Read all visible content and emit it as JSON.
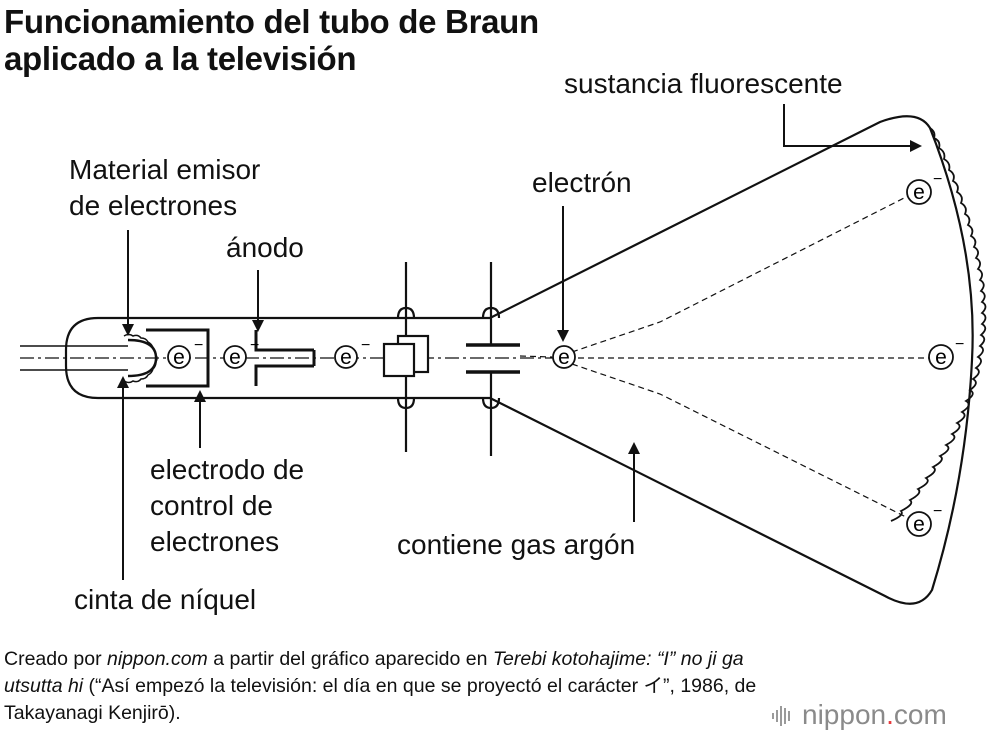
{
  "title": {
    "line1": "Funcionamiento del tubo de Braun",
    "line2": "aplicado a la televisión"
  },
  "labels": {
    "fluorescent": "sustancia fluorescente",
    "emitter_line1": "Material emisor",
    "emitter_line2": "de electrones",
    "anode": "ánodo",
    "electron": "electrón",
    "control_line1": "electrodo de",
    "control_line2": "control de",
    "control_line3": "electrones",
    "argon": "contiene gas argón",
    "nickel": "cinta de níquel",
    "electron_symbol": "e",
    "electron_sign": "−"
  },
  "credit": {
    "p1": "Creado por ",
    "site": "nippon.com",
    "p2": " a partir del gráfico aparecido en ",
    "book": "Terebi kotohajime: “I” no ji ga utsutta hi",
    "p3": " (“Así empezó la televisión: el día en que se proyectó el carácter イ”, 1986, de Takayanagi Kenjirō)."
  },
  "logo": {
    "name": "nippon",
    "dot": ".",
    "tld": "com",
    "icon": "bars-icon"
  },
  "colors": {
    "line": "#111111",
    "logo_gray": "#8a8a8a",
    "logo_dot": "#e8393b"
  }
}
